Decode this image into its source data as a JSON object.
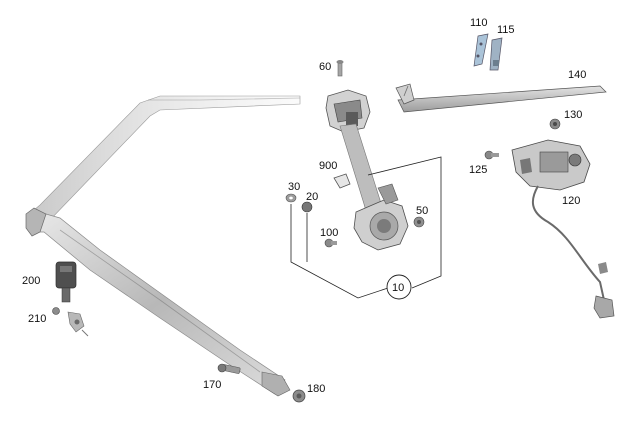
{
  "callouts": {
    "c10": "10",
    "c20": "20",
    "c30": "30",
    "c50": "50",
    "c60": "60",
    "c100": "100",
    "c110": "110",
    "c115": "115",
    "c120": "120",
    "c125": "125",
    "c130": "130",
    "c140": "140",
    "c170": "170",
    "c180": "180",
    "c200": "200",
    "c210": "210",
    "c900": "900"
  },
  "colors": {
    "belt": "#c9c9c9",
    "metal": "#8e8e8e",
    "dark": "#4e4e4e",
    "accent": "#aac3d8"
  }
}
